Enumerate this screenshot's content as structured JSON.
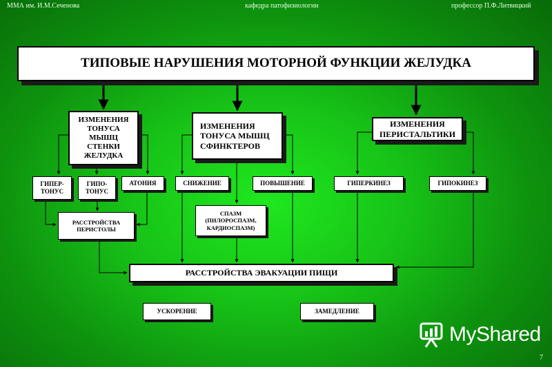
{
  "header": {
    "left": "ММА им. И.М.Сеченова",
    "center": "кафедра патофизиологии",
    "right": "профессор П.Ф.Литвицкий"
  },
  "title": "ТИПОВЫЕ НАРУШЕНИЯ МОТОРНОЙ ФУНКЦИИ ЖЕЛУДКА",
  "categories": {
    "wall_tone": "ИЗМЕНЕНИЯ ТОНУСА МЫШЦ СТЕНКИ ЖЕЛУДКА",
    "sphincter_tone": "ИЗМЕНЕНИЯ ТОНУСА МЫШЦ СФИНКТЕРОВ",
    "peristalsis": "ИЗМЕНЕНИЯ ПЕРИСТАЛЬТИКИ"
  },
  "items": {
    "hypertonus": "ГИПЕР-ТОНУС",
    "hypotonus": "ГИПО-ТОНУС",
    "atonia": "АТОНИЯ",
    "decrease": "СНИЖЕНИЕ",
    "increase": "ПОВЫШЕНИЕ",
    "hyperkinesis": "ГИПЕРКИНЕЗ",
    "hypokinesis": "ГИПОКИНЕЗ"
  },
  "peristole_disorder": "РАССТРОЙСТВА ПЕРИСТОЛЫ",
  "spasm": "СПАЗМ (ПИЛОРОСПАЗМ, КАРДИОСПАЗМ)",
  "evacuation": "РАССТРОЙСТВА ЭВАКУАЦИИ ПИЩИ",
  "acceleration": "УСКОРЕНИЕ",
  "deceleration": "ЗАМЕДЛЕНИЕ",
  "logo_text": "MyShared",
  "page_number": "7",
  "colors": {
    "bg_center": "#1fe81f",
    "bg_edge": "#086a08",
    "box": "#ffffff",
    "line": "#000000",
    "shadow": "#1a1a1a"
  }
}
